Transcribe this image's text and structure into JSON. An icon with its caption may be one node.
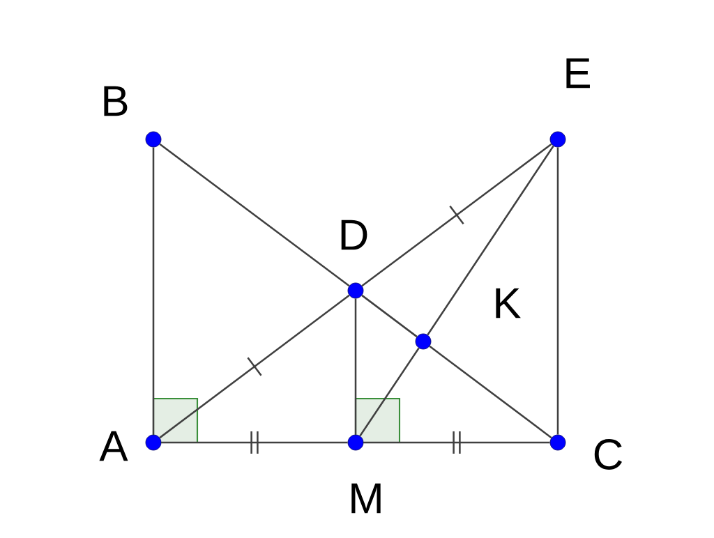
{
  "diagram": {
    "nodes": [
      {
        "text": [],
        "shape": "circle",
        "beside": [
          "B"
        ]
      },
      {
        "text": [],
        "shape": "circle",
        "beside": [
          "E"
        ]
      },
      {
        "text": [],
        "shape": "circle",
        "beside": [
          "D"
        ]
      },
      {
        "text": [],
        "shape": "circle",
        "beside": [
          "K"
        ]
      },
      {
        "text": [],
        "shape": "circle",
        "beside": [
          "A"
        ]
      },
      {
        "text": [],
        "shape": "circle",
        "beside": [
          "M"
        ]
      },
      {
        "text": [],
        "shape": "circle",
        "beside": [
          "C"
        ]
      }
    ],
    "edges": [
      {
        "from": 4,
        "to": 0,
        "arrow": "none"
      },
      {
        "from": 0,
        "to": 2,
        "arrow": "none"
      },
      {
        "from": 2,
        "to": 3,
        "arrow": "none"
      },
      {
        "from": 3,
        "to": 6,
        "arrow": "none"
      },
      {
        "from": 4,
        "to": 2,
        "arrow": "none"
      },
      {
        "from": 2,
        "to": 1,
        "arrow": "none"
      },
      {
        "from": 1,
        "to": 3,
        "arrow": "none"
      },
      {
        "from": 3,
        "to": 5,
        "arrow": "none"
      },
      {
        "from": 1,
        "to": 6,
        "arrow": "none"
      },
      {
        "from": 4,
        "to": 5,
        "arrow": "none"
      },
      {
        "from": 5,
        "to": 6,
        "arrow": "none"
      },
      {
        "from": 2,
        "to": 5,
        "arrow": "none"
      }
    ]
  }
}
